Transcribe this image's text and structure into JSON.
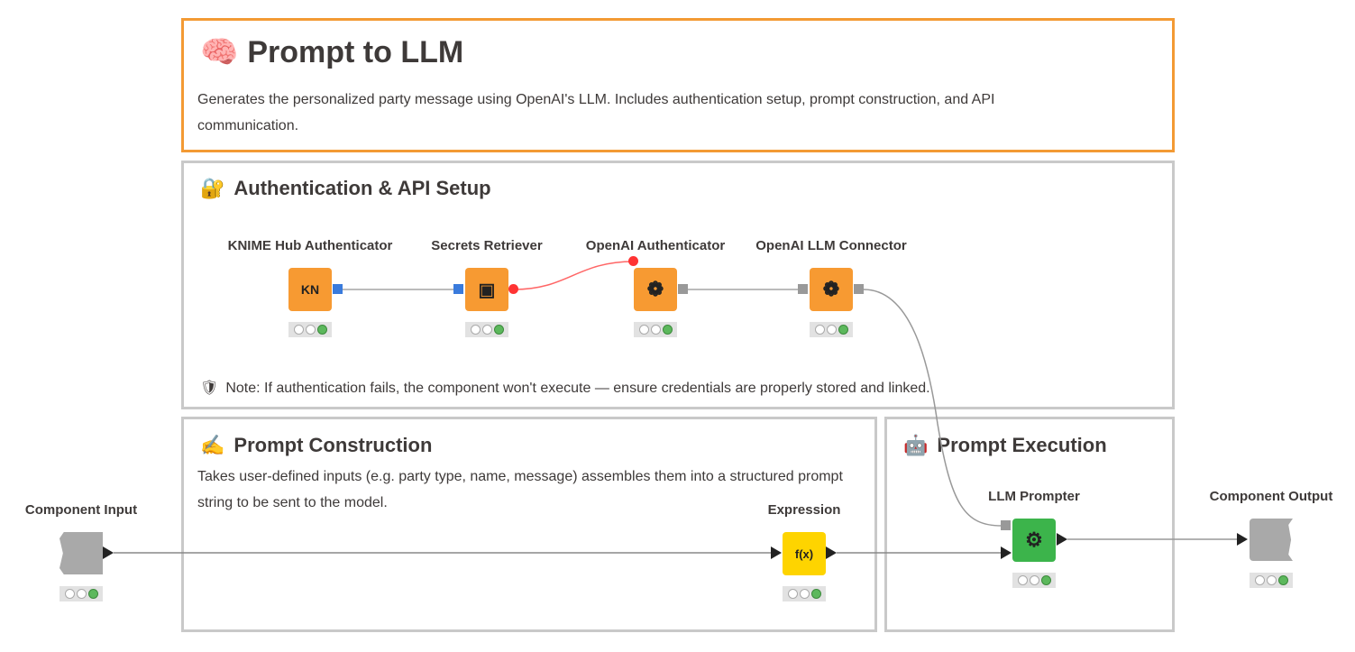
{
  "annotations": {
    "main": {
      "icon": "brain-icon",
      "emoji": "🧠",
      "title": "Prompt to LLM",
      "text": "Generates the personalized party message using OpenAI's LLM. Includes authentication setup, prompt construction, and API communication."
    },
    "auth": {
      "icon": "lock-icon",
      "emoji": "🔐",
      "title": "Authentication & API Setup",
      "note_emoji": "🛡",
      "note": "Note: If authentication fails, the component won't execute — ensure credentials are properly stored and linked."
    },
    "construction": {
      "icon": "writing-hand-icon",
      "emoji": "✍",
      "title": "Prompt Construction",
      "text": "Takes user-defined inputs (e.g. party type, name, message) assembles them into a structured prompt string to be sent to the model."
    },
    "execution": {
      "icon": "robot-icon",
      "emoji": "🤖",
      "title": "Prompt Execution"
    }
  },
  "nodes": {
    "hub_auth": {
      "label": "KNIME Hub Authenticator",
      "glyph": "KN"
    },
    "secrets": {
      "label": "Secrets Retriever",
      "glyph": "▣"
    },
    "openai_auth": {
      "label": "OpenAI Authenticator",
      "glyph": "❁"
    },
    "connector": {
      "label": "OpenAI LLM Connector",
      "glyph": "❁"
    },
    "input": {
      "label": "Component Input"
    },
    "expression": {
      "label": "Expression",
      "glyph": "f(x)"
    },
    "prompter": {
      "label": "LLM Prompter",
      "glyph": "⚙"
    },
    "output": {
      "label": "Component Output"
    }
  },
  "colors": {
    "accent": "#f39a34",
    "node_orange": "#f79a32",
    "node_green": "#3cb44b",
    "node_yellow": "#fed400",
    "status_ok": "#5cb85c"
  }
}
